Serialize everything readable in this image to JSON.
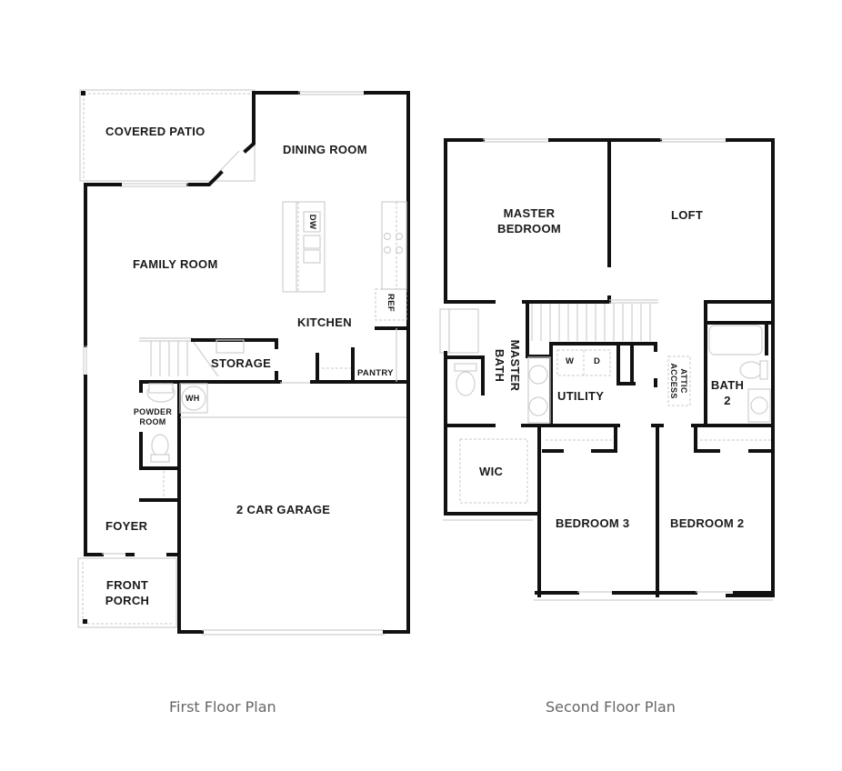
{
  "first_floor": {
    "caption": "First Floor Plan",
    "rooms": {
      "covered_patio": "COVERED PATIO",
      "dining_room": "DINING ROOM",
      "family_room": "FAMILY ROOM",
      "kitchen": "KITCHEN",
      "storage": "STORAGE",
      "pantry": "PANTRY",
      "powder_room_line1": "POWDER",
      "powder_room_line2": "ROOM",
      "water_heater": "WH",
      "foyer": "FOYER",
      "front_porch_line1": "FRONT",
      "front_porch_line2": "PORCH",
      "garage": "2 CAR GARAGE"
    },
    "fixtures": {
      "dishwasher": "DW",
      "refrigerator": "REF"
    }
  },
  "second_floor": {
    "caption": "Second Floor Plan",
    "rooms": {
      "master_bedroom_line1": "MASTER",
      "master_bedroom_line2": "BEDROOM",
      "loft": "LOFT",
      "master_bath_line1": "MASTER",
      "master_bath_line2": "BATH",
      "utility": "UTILITY",
      "attic_access_line1": "ATTIC",
      "attic_access_line2": "ACCESS",
      "bath2_line1": "BATH",
      "bath2_line2": "2",
      "wic": "WIC",
      "bedroom3": "BEDROOM 3",
      "bedroom2": "BEDROOM 2"
    },
    "fixtures": {
      "washer": "W",
      "dryer": "D"
    }
  }
}
